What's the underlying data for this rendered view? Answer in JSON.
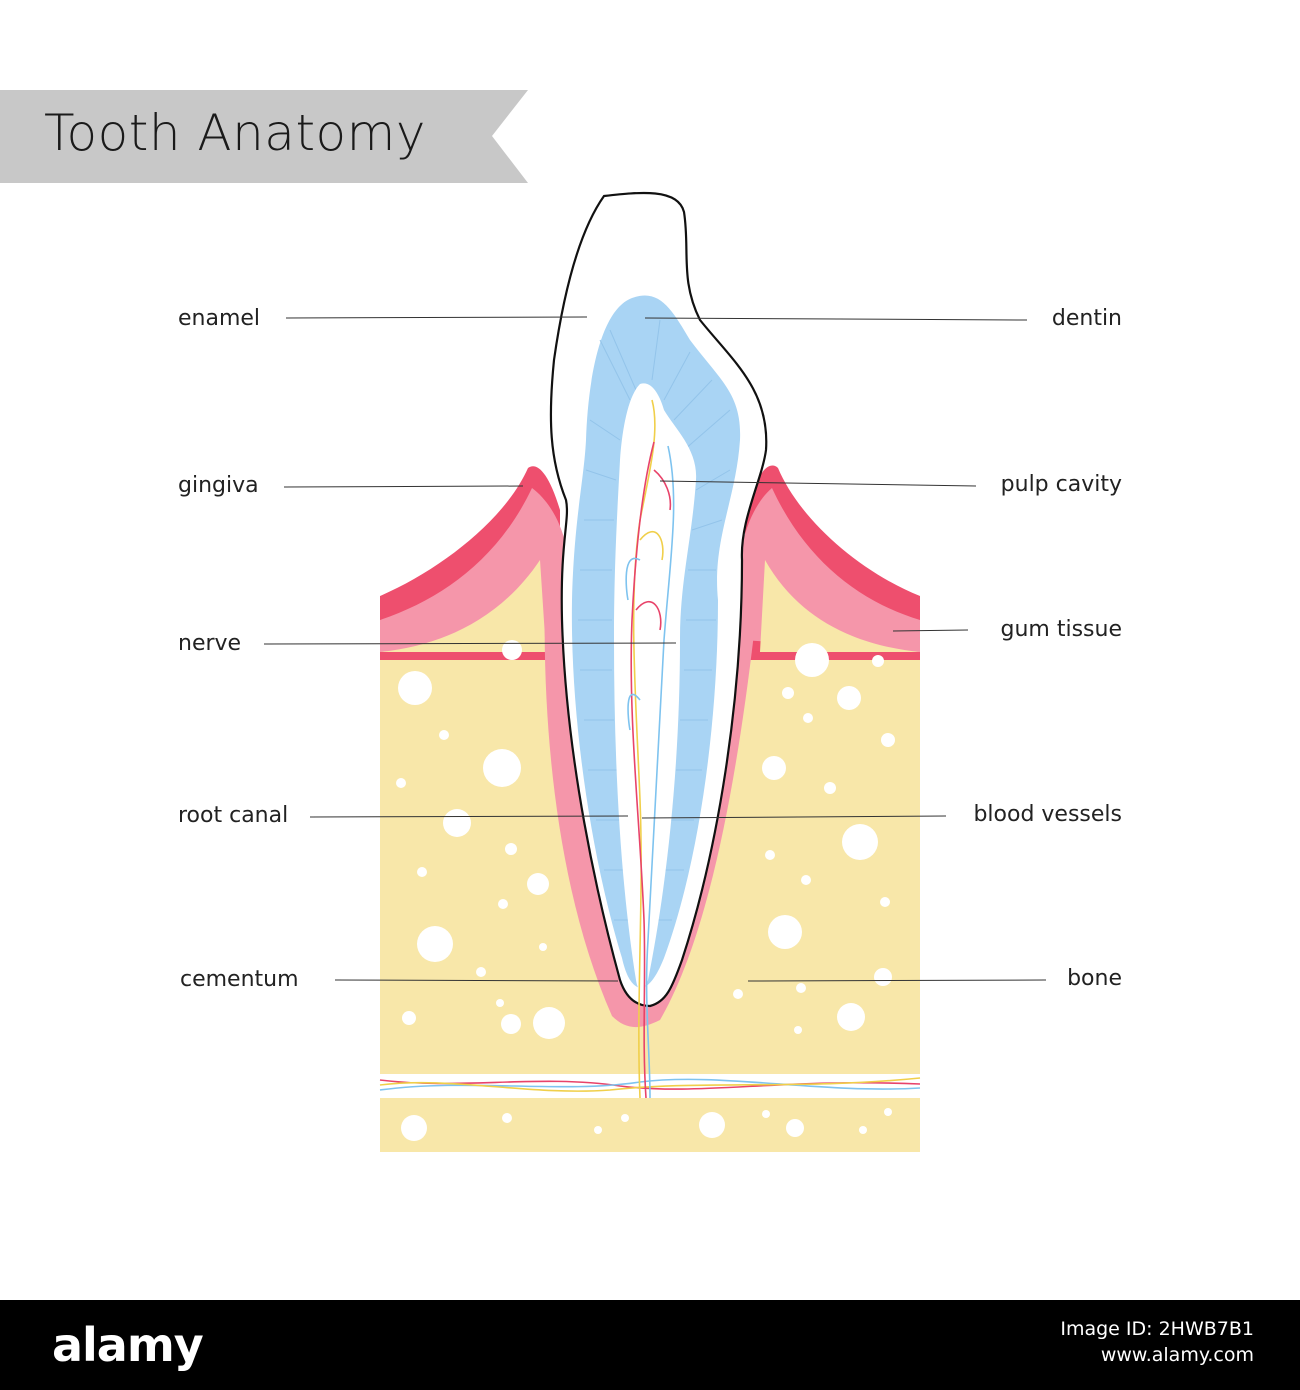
{
  "title": "Tooth Anatomy",
  "watermark": "alamy",
  "labels": {
    "enamel": "enamel",
    "gingiva": "gingiva",
    "nerve": "nerve",
    "root_canal": "root canal",
    "cementum": "cementum",
    "dentin": "dentin",
    "pulp_cavity": "pulp cavity",
    "gum_tissue": "gum tissue",
    "blood_vessels": "blood vessels",
    "bone": "bone"
  },
  "footer": {
    "logo": "alamy",
    "image_id": "Image ID: 2HWB7B1",
    "site": "www.alamy.com"
  },
  "colors": {
    "banner": "#c8c8c8",
    "bone": "#f8e7a9",
    "gum_dark": "#ee4f6e",
    "gum_light": "#f596aa",
    "dentin": "#a9d4f4",
    "enamel": "#ffffff",
    "nerve": "#f0cf4a",
    "artery": "#e8436a",
    "vein": "#7ec3ef"
  }
}
